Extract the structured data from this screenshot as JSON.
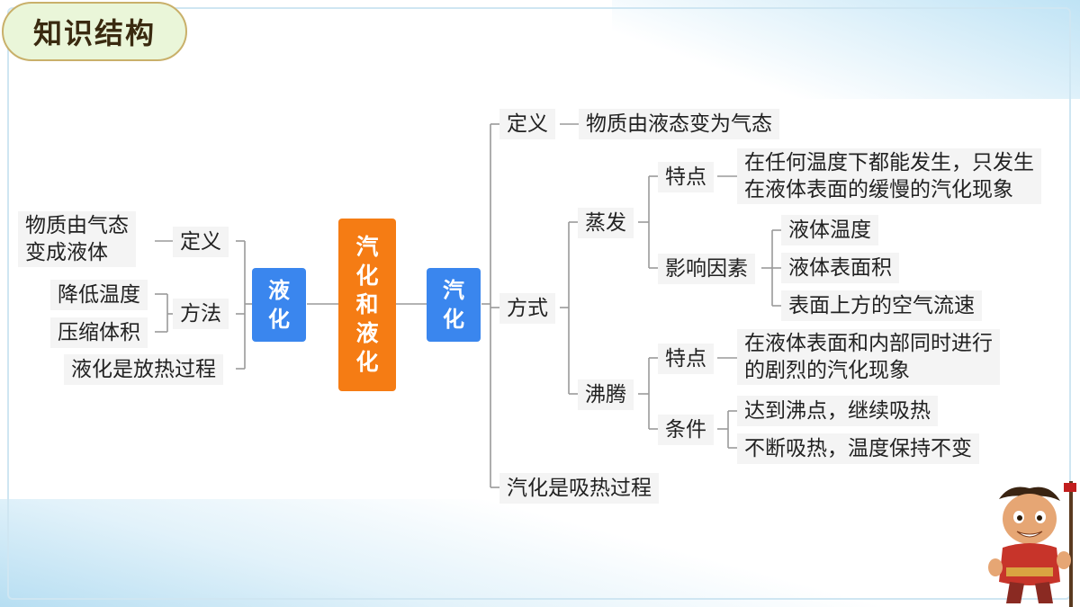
{
  "title": "知识结构",
  "center": "汽\n化\n和\n液\n化",
  "left": {
    "label": "液\n化",
    "definition": {
      "label": "定义",
      "text": "物质由气态\n变成液体"
    },
    "method": {
      "label": "方法",
      "items": [
        "降低温度",
        "压缩体积"
      ]
    },
    "note": "液化是放热过程"
  },
  "right": {
    "label": "汽\n化",
    "definition": {
      "label": "定义",
      "text": "物质由液态变为气态"
    },
    "ways": {
      "label": "方式",
      "evaporation": {
        "label": "蒸发",
        "feature_label": "特点",
        "feature_text": "在任何温度下都能发生，只发生\n在液体表面的缓慢的汽化现象",
        "factors_label": "影响因素",
        "factors": [
          "液体温度",
          "液体表面积",
          "表面上方的空气流速"
        ]
      },
      "boiling": {
        "label": "沸腾",
        "feature_label": "特点",
        "feature_text": "在液体表面和内部同时进行\n的剧烈的汽化现象",
        "condition_label": "条件",
        "conditions": [
          "达到沸点，继续吸热",
          "不断吸热，温度保持不变"
        ]
      }
    },
    "note": "汽化是吸热过程"
  }
}
